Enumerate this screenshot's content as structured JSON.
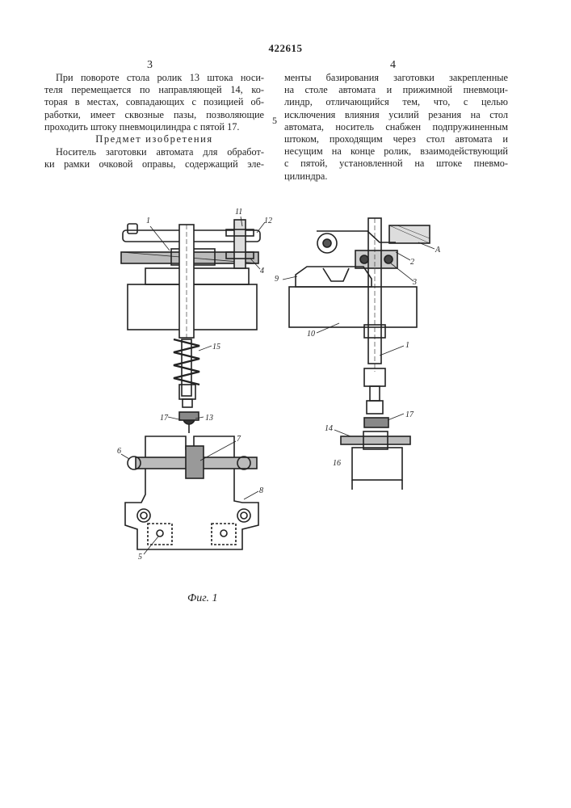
{
  "patent_number": "422615",
  "column_numbers": {
    "left": "3",
    "right": "4"
  },
  "margin_line_number": "5",
  "left_column": {
    "lines_before_heading": [
      "При повороте стола ролик 13 штока носи-",
      "теля перемещается по направляющей 14, ко-",
      "торая в местах, совпадающих с позицией об-",
      "работки, имеет сквозные пазы, позволяющие",
      "проходить штоку пневмоцилиндра с пятой 17."
    ],
    "heading": "Предмет изобретения",
    "lines_after_heading": [
      "Носитель заготовки автомата для обработ-",
      "ки рамки очковой оправы, содержащий эле-"
    ]
  },
  "right_column": {
    "lines": [
      "менты базирования заготовки закрепленные",
      "на столе автомата и прижимной пневмоци-",
      "линдр, отличающийся тем, что, с целью",
      "исключения влияния усилий резания на стол",
      "автомата, носитель снабжен подпружиненным",
      "штоком, проходящим через стол автомата и",
      "несущим на конце ролик, взаимодействующий",
      "с пятой, установленной на штоке пневмо-",
      "цилиндра."
    ]
  },
  "figure": {
    "caption": "Фиг. 1",
    "labels": {
      "l1_top": "1",
      "l11": "11",
      "l12": "12",
      "l4": "4",
      "l15": "15",
      "l17_left": "17",
      "l13": "13",
      "l6": "6",
      "l7": "7",
      "l8": "8",
      "l5": "5",
      "lA": "A",
      "l2": "2",
      "l3": "3",
      "l9": "9",
      "l10": "10",
      "l1_right": "1",
      "l17_right": "17",
      "l14": "14",
      "l16": "16"
    }
  }
}
